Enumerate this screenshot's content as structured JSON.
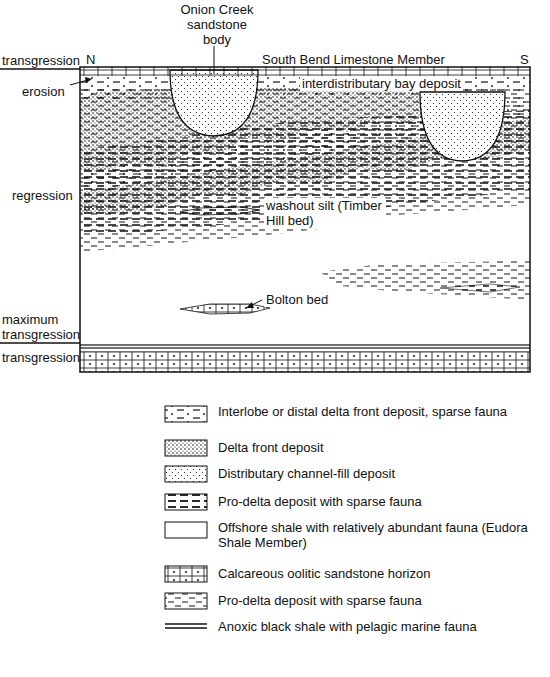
{
  "diagram": {
    "labels": [
      "Onion Creek sandstone body",
      "N",
      "South Bend Limestone Member",
      "S",
      "transgression",
      "erosion",
      "interdistributary bay deposit",
      "regression",
      "washout silt (Timber Hill bed)",
      "Bolton bed",
      "maximum transgression",
      "transgression"
    ],
    "legend": [
      {
        "text": "Interlobe or distal delta front deposit, sparse fauna"
      },
      {
        "text": "Delta front deposit"
      },
      {
        "text": "Distributary channel-fill deposit"
      },
      {
        "text": "Pro-delta deposit with sparse fauna"
      },
      {
        "text": "Offshore shale with relatively abundant fauna (Eudora Shale Member)"
      },
      {
        "text": "Calcareous oolitic sandstone horizon"
      },
      {
        "text": "Pro-delta deposit with sparse fauna"
      },
      {
        "text": "Anoxic black shale with pelagic marine fauna"
      }
    ]
  }
}
